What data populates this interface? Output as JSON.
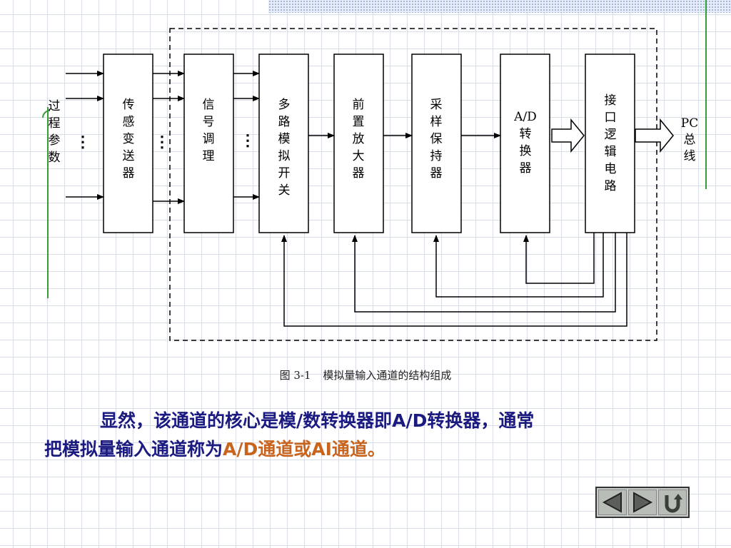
{
  "diagram": {
    "input_label": [
      "过",
      "程",
      "参",
      "数"
    ],
    "output_label": [
      "PC",
      "总",
      "线"
    ],
    "blocks": [
      {
        "id": "sensor",
        "chars": [
          "传",
          "感",
          "变",
          "送",
          "器"
        ]
      },
      {
        "id": "signal",
        "chars": [
          "信",
          "号",
          "调",
          "理"
        ]
      },
      {
        "id": "mux",
        "chars": [
          "多",
          "路",
          "模",
          "拟",
          "开",
          "关"
        ]
      },
      {
        "id": "preamp",
        "chars": [
          "前",
          "置",
          "放",
          "大",
          "器"
        ]
      },
      {
        "id": "sh",
        "chars": [
          "采",
          "样",
          "保",
          "持",
          "器"
        ]
      },
      {
        "id": "adc",
        "chars": [
          "A/D",
          "转",
          "换",
          "器"
        ]
      },
      {
        "id": "logic",
        "chars": [
          "接",
          "口",
          "逻",
          "辑",
          "电",
          "路"
        ]
      }
    ],
    "ellipsis": "⋮"
  },
  "caption": {
    "number": "图 3-1",
    "title": "模拟量输入通道的结构组成"
  },
  "text": {
    "line1": "显然，该通道的核心是模/数转换器即A/D转换器，通常",
    "line2_a": "把模拟量输入通道称为",
    "line2_hl1": "A/D通道",
    "line2_mid": "或",
    "line2_hl2": "AI通道",
    "line2_end": "。"
  },
  "colors": {
    "accent_green": "#3a9a3a",
    "text_blue": "#1a1a80",
    "highlight": "#c8641e"
  },
  "nav": {
    "prev": "prev-icon",
    "next": "next-icon",
    "return": "return-icon"
  }
}
